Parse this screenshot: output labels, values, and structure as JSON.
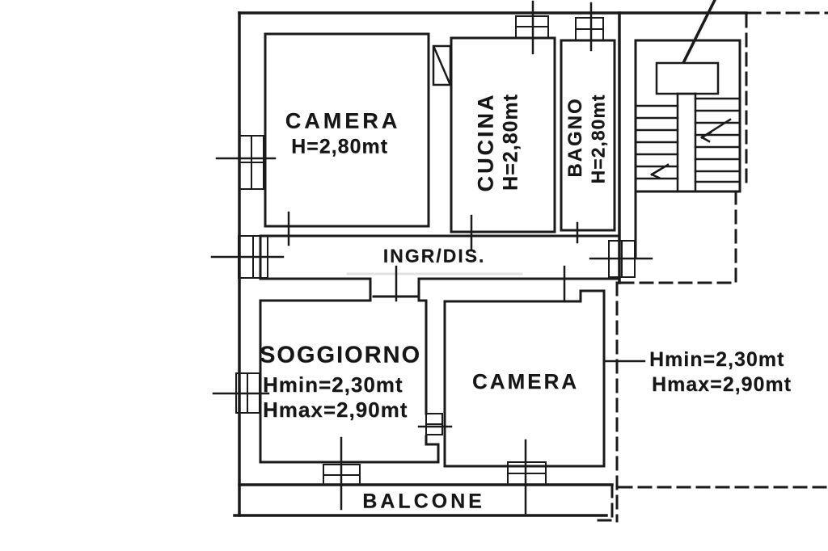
{
  "plan": {
    "rooms": [
      {
        "id": "camera-top",
        "label": "CAMERA",
        "height": "H=2,80mt"
      },
      {
        "id": "cucina",
        "label": "CUCINA",
        "height": "H=2,80mt"
      },
      {
        "id": "bagno",
        "label": "BAGNO",
        "height": "H=2,80mt"
      },
      {
        "id": "ingresso-disimpegno",
        "label": "INGR/DIS."
      },
      {
        "id": "soggiorno",
        "label": "SOGGIORNO",
        "height_min": "Hmin=2,30mt",
        "height_max": "Hmax=2,90mt"
      },
      {
        "id": "camera-bottom",
        "label": "CAMERA"
      },
      {
        "id": "balcone",
        "label": "BALCONE"
      }
    ],
    "annotation": {
      "line1": "Hmin=2,30mt",
      "line2": "Hmax=2,90mt"
    },
    "colors": {
      "ink": "#1a1a1a",
      "paper": "#ffffff"
    }
  }
}
